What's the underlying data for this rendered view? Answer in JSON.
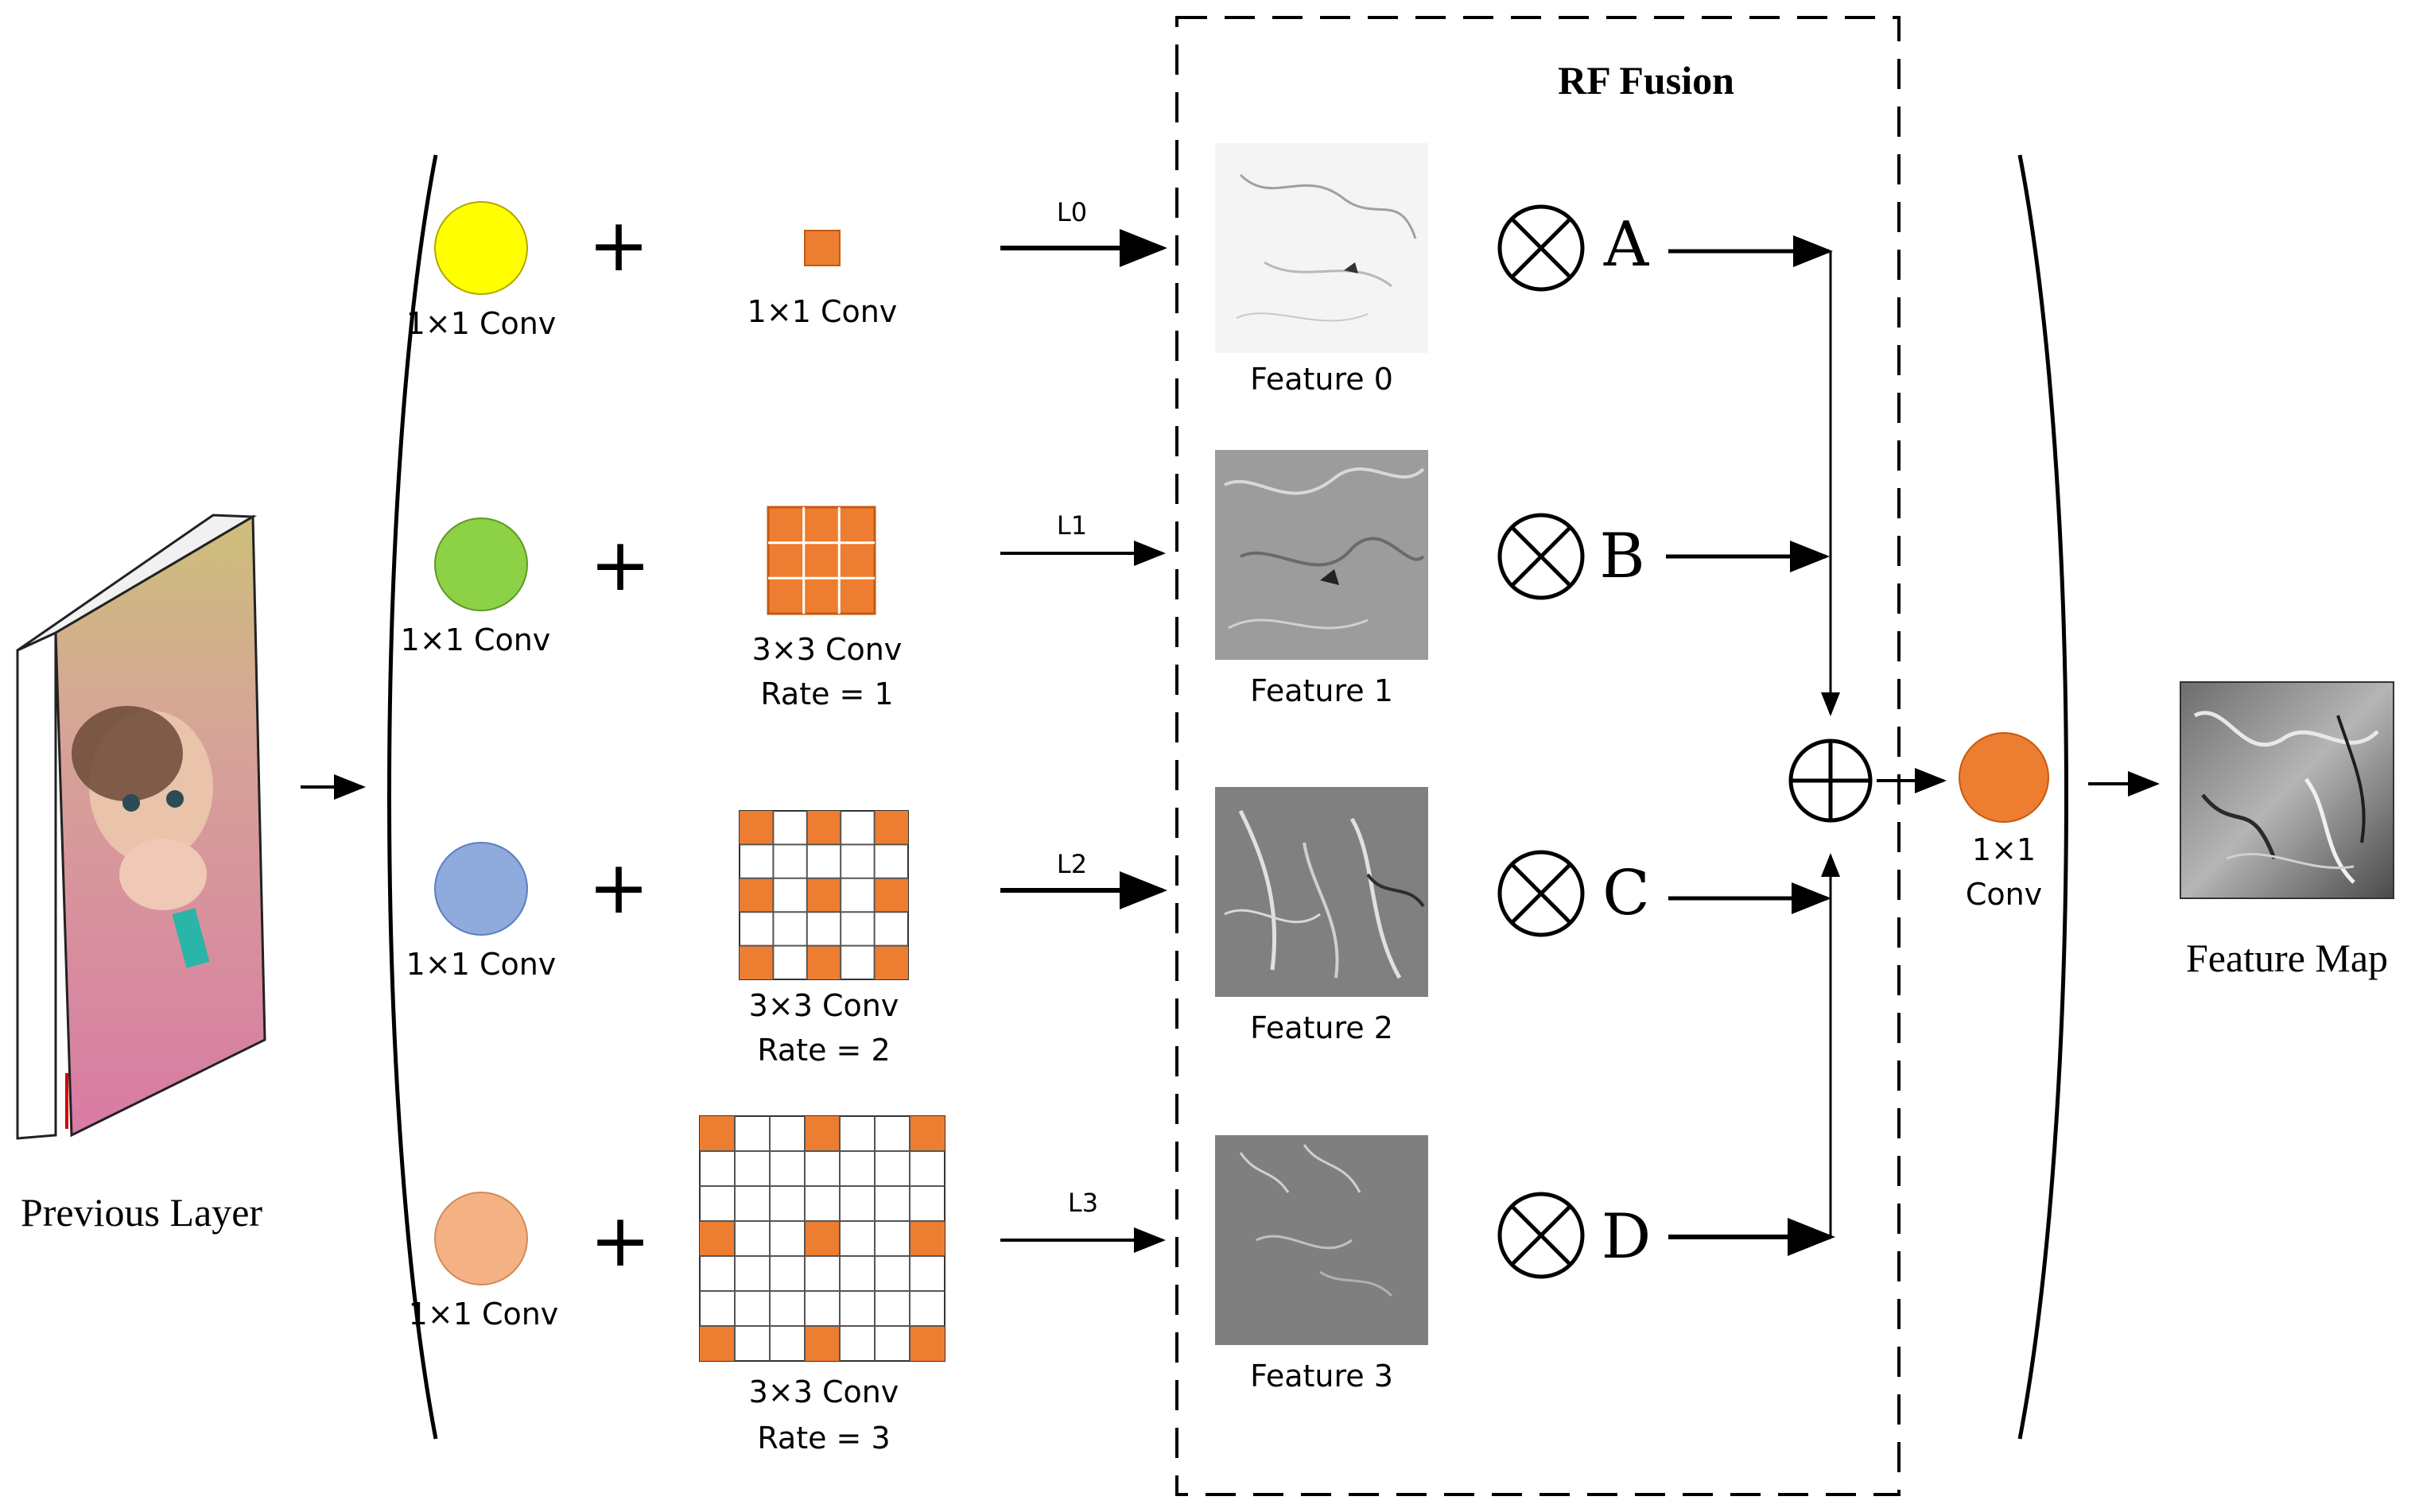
{
  "title": "RF Fusion",
  "input": {
    "label": "Previous Layer"
  },
  "output": {
    "label": "Feature Map"
  },
  "output_conv": {
    "label_line1": "1×1",
    "label_line2": "Conv"
  },
  "colors": {
    "branch0": "#ffff00",
    "branch1": "#8dd146",
    "branch2": "#8faadc",
    "branch3": "#f4b183",
    "kernel": "#ed7d31",
    "output_conv": "#ed7d31"
  },
  "plus_symbol": "+",
  "branches": [
    {
      "conv_label": "1×1 Conv",
      "kernel_label": "1×1 Conv",
      "rate_label": "",
      "link_label": "L0",
      "feature_label": "Feature 0",
      "weight": "A"
    },
    {
      "conv_label": "1×1 Conv",
      "kernel_label": "3×3 Conv",
      "rate_label": "Rate = 1",
      "link_label": "L1",
      "feature_label": "Feature 1",
      "weight": "B"
    },
    {
      "conv_label": "1×1 Conv",
      "kernel_label": "3×3 Conv",
      "rate_label": "Rate = 2",
      "link_label": "L2",
      "feature_label": "Feature 2",
      "weight": "C"
    },
    {
      "conv_label": "1×1 Conv",
      "kernel_label": "3×3 Conv",
      "rate_label": "Rate = 3",
      "link_label": "L3",
      "feature_label": "Feature 3",
      "weight": "D"
    }
  ]
}
